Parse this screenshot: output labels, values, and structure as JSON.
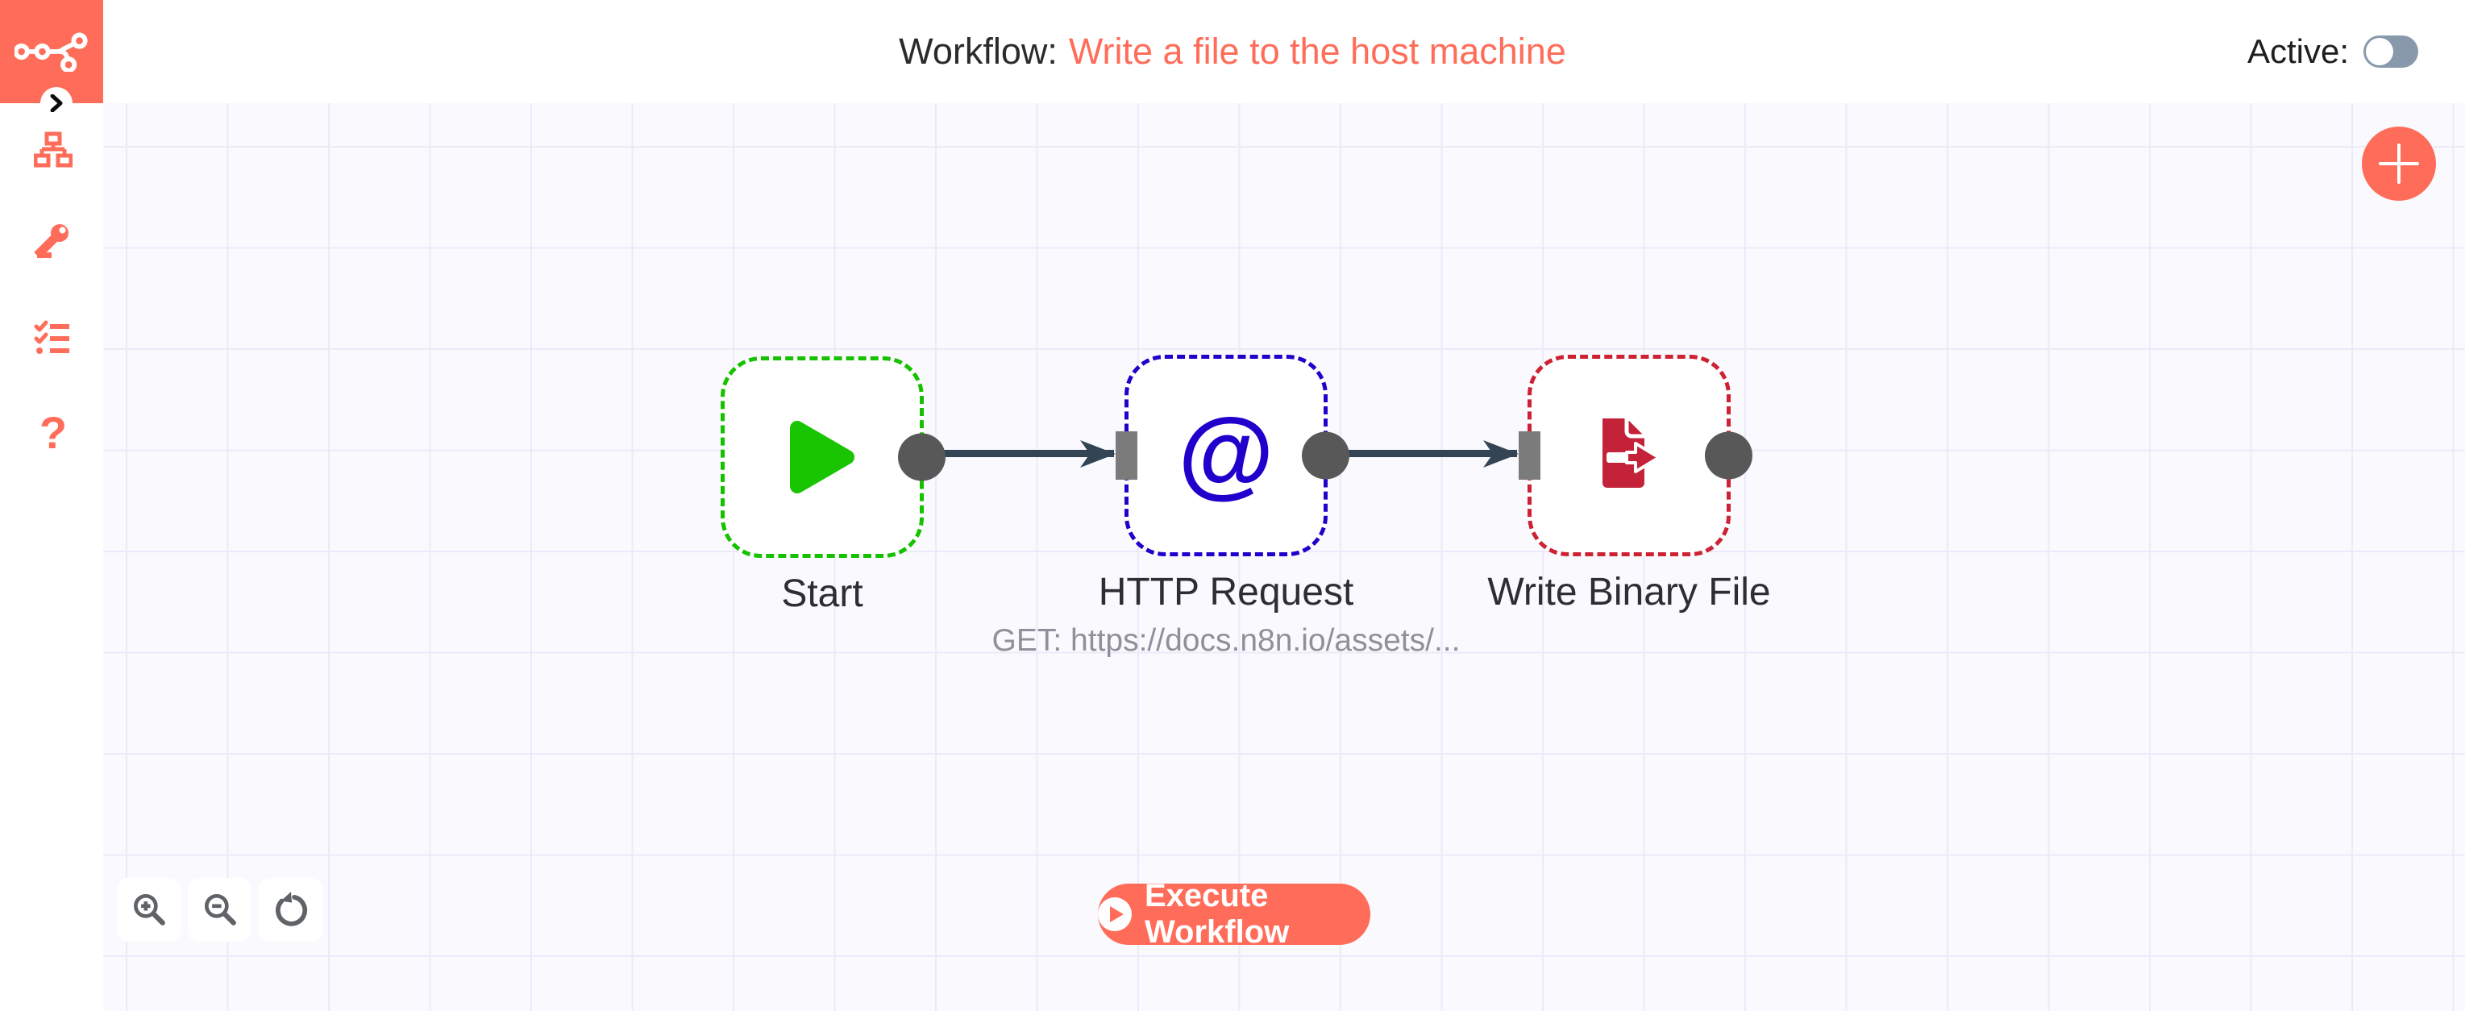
{
  "app": {
    "name": "n8n workflow editor"
  },
  "colors": {
    "brand": "#ff6d5a",
    "start_node_green": "#16c100",
    "http_node_blue": "#2200cc",
    "file_node_red": "#cc2233",
    "connector": "#334455",
    "canvas_bg": "#faf9fd",
    "grid_line": "#eceafa",
    "toggle_off_track": "#8799ab"
  },
  "sidebar": {
    "logo_icon": "n8n-logo",
    "collapse_icon": "chevron-right-icon",
    "items": [
      {
        "name": "workflows",
        "icon": "sitemap-icon"
      },
      {
        "name": "credentials",
        "icon": "key-icon"
      },
      {
        "name": "executions",
        "icon": "checklist-icon"
      },
      {
        "name": "help",
        "icon": "question-icon",
        "glyph": "?"
      }
    ]
  },
  "header": {
    "workflow_label": "Workflow:",
    "workflow_name": "Write a file to the host machine",
    "active_label": "Active:",
    "active_state": "off"
  },
  "canvas": {
    "nodes": [
      {
        "label": "Start",
        "icon": "play-icon"
      },
      {
        "label": "HTTP Request",
        "icon": "at-icon",
        "at_glyph": "@",
        "subtitle": "GET: https://docs.n8n.io/assets/..."
      },
      {
        "label": "Write Binary File",
        "icon": "file-export-icon"
      }
    ],
    "connections": [
      {
        "from": "Start",
        "to": "HTTP Request"
      },
      {
        "from": "HTTP Request",
        "to": "Write Binary File"
      }
    ],
    "controls": {
      "zoom_in_icon": "zoom-in-icon",
      "zoom_out_icon": "zoom-out-icon",
      "reset_icon": "reset-zoom-icon",
      "add_icon": "plus-icon"
    },
    "execute_label": "Execute Workflow"
  }
}
